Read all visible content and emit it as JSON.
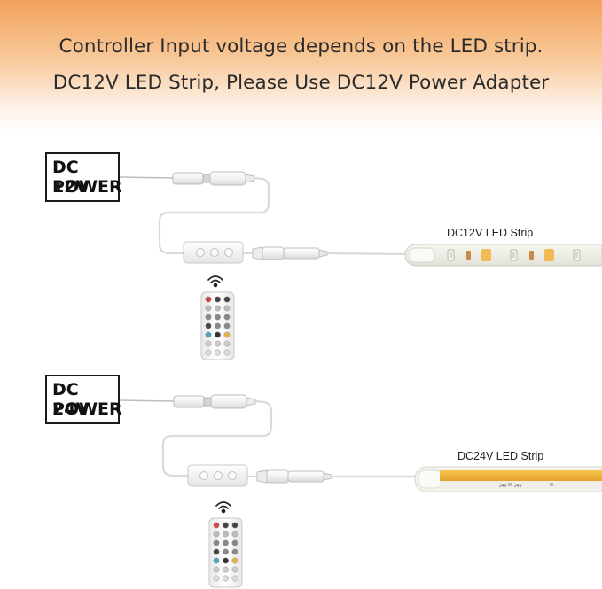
{
  "header": {
    "line1": "Controller Input voltage depends on the LED strip.",
    "line2": "DC12V LED Strip, Please Use DC12V Power Adapter"
  },
  "sets": [
    {
      "power_voltage": "DC 12V",
      "power_word": "POWER",
      "strip_label": "DC12V LED Strip"
    },
    {
      "power_voltage": "DC 24V",
      "power_word": "POWER",
      "strip_label": "DC24V LED Strip",
      "strip_print": "24V"
    }
  ],
  "colors": {
    "header_top": "#f2a35c",
    "led_warm": "#f3b13a",
    "led_white": "#f4f4ea"
  }
}
